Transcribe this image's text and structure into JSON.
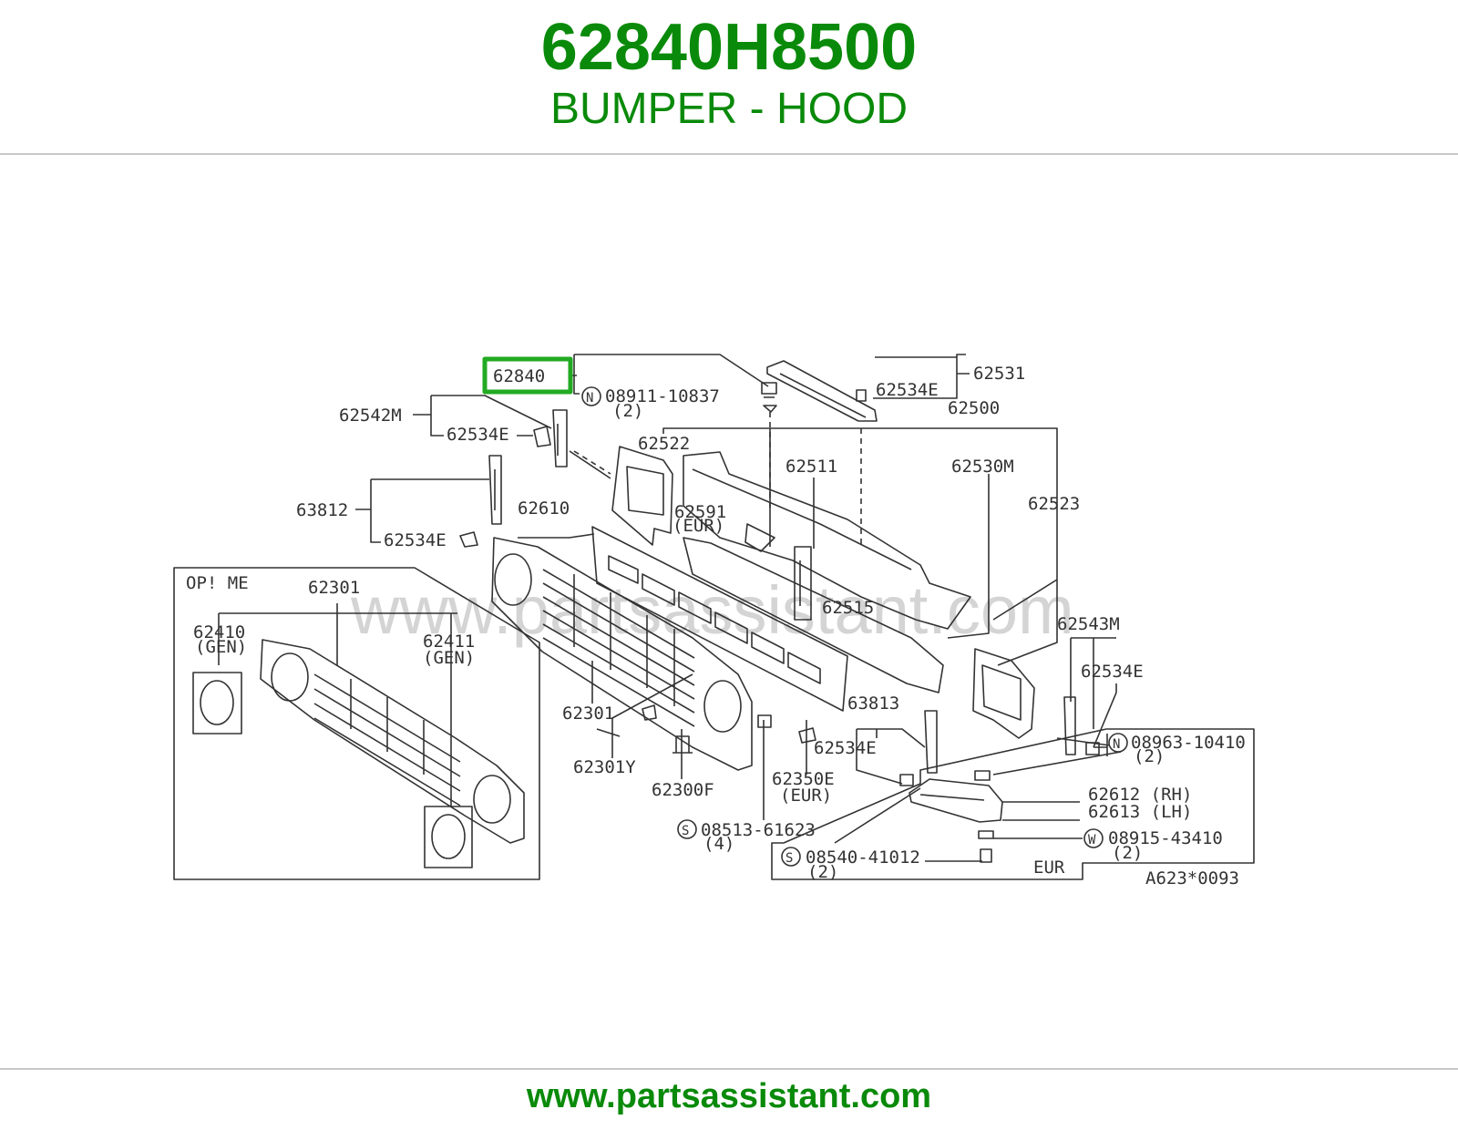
{
  "header": {
    "part_number": "62840H8500",
    "part_description": "BUMPER - HOOD"
  },
  "footer": {
    "website": "www.partsassistant.com"
  },
  "colors": {
    "accent_green": "#0a8a0a",
    "highlight_box": "#22aa22",
    "line_art": "#333333"
  },
  "diagram": {
    "highlighted_part": "62840",
    "watermark": "www.partsassistant.com",
    "drawing_code": "A623*0093",
    "labels": {
      "p62840": "62840",
      "p08911": "08911-10837",
      "p08911_qty": "(2)",
      "p62531": "62531",
      "p62534e_top": "62534E",
      "p62542m": "62542M",
      "p62534e_a": "62534E",
      "p62500": "62500",
      "p62522": "62522",
      "p62511": "62511",
      "p62530m": "62530M",
      "p63812": "63812",
      "p62534e_b": "62534E",
      "p62610": "62610",
      "p62591": "62591",
      "p62591_note": "(EUR)",
      "p62523": "62523",
      "option": "OP! ME",
      "p62301_opt": "62301",
      "p62410": "62410",
      "p62410_note": "(GEN)",
      "p62411": "62411",
      "p62411_note": "(GEN)",
      "p62515": "62515",
      "p62543m": "62543M",
      "p62534e_c": "62534E",
      "p62301": "62301",
      "p63813": "63813",
      "p62534e_d": "62534E",
      "p08963": "08963-10410",
      "p08963_qty": "(2)",
      "p62301y": "62301Y",
      "p62350e": "62350E",
      "p62350e_note": "(EUR)",
      "p62300f": "62300F",
      "p62612": "62612 (RH)",
      "p62613": "62613 (LH)",
      "p08513": "08513-61623",
      "p08513_qty": "(4)",
      "p08915": "08915-43410",
      "p08915_qty": "(2)",
      "p08540": "08540-41012",
      "p08540_qty": "(2)",
      "eur": "EUR",
      "sym_n1": "N",
      "sym_n2": "N",
      "sym_s1": "S",
      "sym_s2": "S",
      "sym_w": "W"
    }
  }
}
